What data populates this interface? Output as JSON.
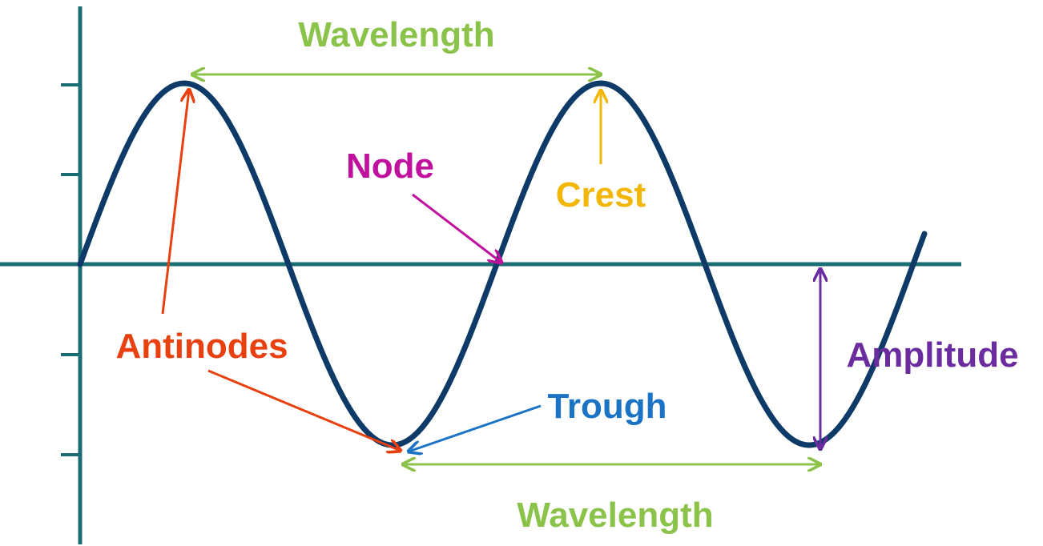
{
  "labels": {
    "wavelength_top": "Wavelength",
    "wavelength_bottom": "Wavelength",
    "node": "Node",
    "crest": "Crest",
    "antinodes": "Antinodes",
    "trough": "Trough",
    "amplitude": "Amplitude"
  },
  "colors": {
    "axis": "#1a6e73",
    "wave": "#0d3a66",
    "wavelength": "#8bc34a",
    "node": "#c0119e",
    "crest": "#f2b705",
    "antinodes": "#e8410f",
    "trough": "#1a73c4",
    "amplitude": "#6a2c9e"
  }
}
